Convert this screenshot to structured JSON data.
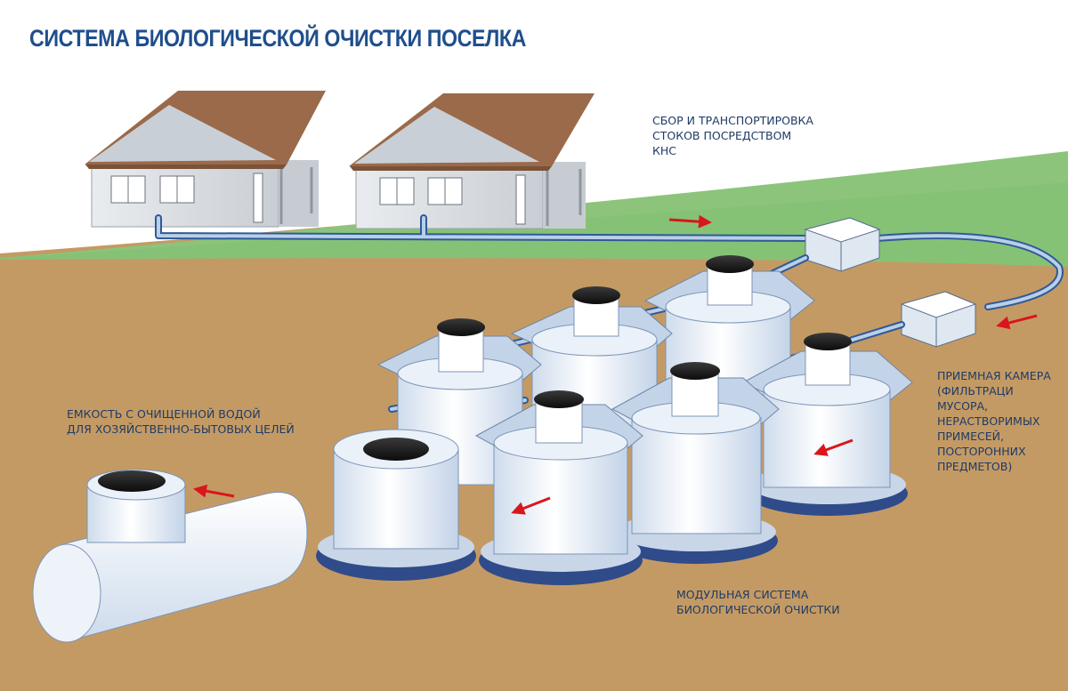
{
  "title": "СИСТЕМА БИОЛОГИЧЕСКОЙ ОЧИСТКИ ПОСЕЛКА",
  "labels": {
    "collection": [
      "СБОР И ТРАНСПОРТИРОВКА",
      "СТОКОВ ПОСРЕДСТВОМ",
      "КНС"
    ],
    "clean_tank": [
      "ЕМКОСТЬ С ОЧИЩЕННОЙ ВОДОЙ",
      "ДЛЯ ХОЗЯЙСТВЕННО-БЫТОВЫХ ЦЕЛЕЙ"
    ],
    "receiving_chamber": [
      "ПРИЕМНАЯ КАМЕРА",
      "(ФИЛЬТРАЦИ",
      "МУСОРА,",
      "НЕРАСТВОРИМЫХ",
      "ПРИМЕСЕЙ,",
      "ПОСТОРОННИХ",
      "ПРЕДМЕТОВ)"
    ],
    "modular_system": [
      "МОДУЛЬНАЯ СИСТЕМА",
      "БИОЛОГИЧЕСКОЙ ОЧИСТКИ"
    ]
  },
  "colors": {
    "title": "#1f4e8c",
    "ground": "#c49a64",
    "grass": "#8cc47b",
    "roof": "#9a6a4a",
    "pipe": "#5a86c0",
    "base": "#2f4b8a",
    "flow_arrow": "#d9161c"
  }
}
